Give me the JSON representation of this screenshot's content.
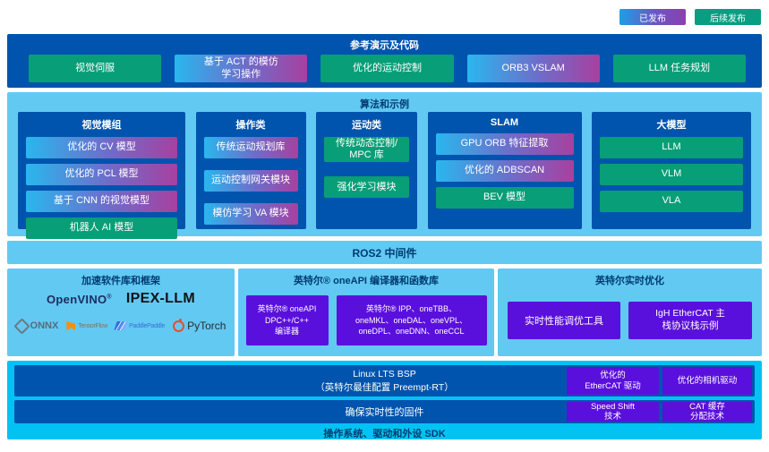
{
  "legend": {
    "released": {
      "label": "已发布",
      "style": "grad"
    },
    "upcoming": {
      "label": "后续发布",
      "style": "teal"
    }
  },
  "colors": {
    "intel_blue": "#0054ae",
    "light_blue": "#62c9f3",
    "bright_cyan": "#00c3f4",
    "teal": "#089e77",
    "gradient_start": "#29b7ee",
    "gradient_end": "#a8409f",
    "violet": "#5a10dd"
  },
  "demos": {
    "title": "参考演示及代码",
    "items": [
      {
        "label": "视觉伺服",
        "style": "teal"
      },
      {
        "label": "基于 ACT 的模仿\n学习操作",
        "style": "grad"
      },
      {
        "label": "优化的运动控制",
        "style": "teal"
      },
      {
        "label": "ORB3 VSLAM",
        "style": "grad"
      },
      {
        "label": "LLM 任务规划",
        "style": "teal"
      }
    ]
  },
  "algorithms": {
    "title": "算法和示例",
    "columns": [
      {
        "header": "视觉模组",
        "items": [
          {
            "label": "优化的 CV 模型",
            "style": "grad"
          },
          {
            "label": "优化的 PCL 模型",
            "style": "grad"
          },
          {
            "label": "基于 CNN 的视觉模型",
            "style": "grad"
          },
          {
            "label": "机器人 AI 模型",
            "style": "teal"
          }
        ]
      },
      {
        "header": "操作类",
        "items": [
          {
            "label": "传统运动规划库",
            "style": "grad"
          },
          {
            "label": "运动控制网关模块",
            "style": "grad"
          },
          {
            "label": "模仿学习 VA 模块",
            "style": "grad"
          }
        ]
      },
      {
        "header": "运动类",
        "items": [
          {
            "label": "传统动态控制/\nMPC 库",
            "style": "teal"
          },
          {
            "label": "强化学习模块",
            "style": "teal"
          }
        ]
      },
      {
        "header": "SLAM",
        "items": [
          {
            "label": "GPU ORB 特征提取",
            "style": "grad"
          },
          {
            "label": "优化的 ADBSCAN",
            "style": "grad"
          },
          {
            "label": "BEV 模型",
            "style": "teal"
          }
        ]
      },
      {
        "header": "大模型",
        "items": [
          {
            "label": "LLM",
            "style": "teal"
          },
          {
            "label": "VLM",
            "style": "teal"
          },
          {
            "label": "VLA",
            "style": "teal"
          }
        ]
      }
    ]
  },
  "middleware": {
    "title": "ROS2 中间件"
  },
  "libraries": {
    "accel": {
      "title": "加速软件库和框架",
      "logos": [
        "OpenVINO",
        "IPEX-LLM",
        "ONNX",
        "TensorFlow",
        "PaddlePaddle",
        "PyTorch"
      ]
    },
    "oneapi": {
      "title": "英特尔® oneAPI 编译器和函数库",
      "items": [
        {
          "label": "英特尔® oneAPI\nDPC++/C++\n编译器",
          "style": "violet"
        },
        {
          "label": "英特尔® IPP、oneTBB、\noneMKL、oneDAL、oneVPL、\noneDPL、oneDNN、oneCCL",
          "style": "violet"
        }
      ]
    },
    "realtime": {
      "title": "英特尔实时优化",
      "items": [
        {
          "label": "实时性能调优工具",
          "style": "violet"
        },
        {
          "label": "IgH EtherCAT 主\n栈协议栈示例",
          "style": "violet"
        }
      ]
    }
  },
  "platform": {
    "bsp": {
      "label": "Linux LTS BSP\n（英特尔最佳配置 Preempt-RT）",
      "boxes": [
        {
          "label": "优化的\nEtherCAT 驱动",
          "style": "violet"
        },
        {
          "label": "优化的相机驱动",
          "style": "violet"
        }
      ]
    },
    "firmware": {
      "label": "确保实时性的固件",
      "boxes": [
        {
          "label": "Speed Shift\n技术",
          "style": "violet"
        },
        {
          "label": "CAT 缓存\n分配技术",
          "style": "violet"
        }
      ]
    },
    "footer": "操作系统、驱动和外设 SDK"
  }
}
